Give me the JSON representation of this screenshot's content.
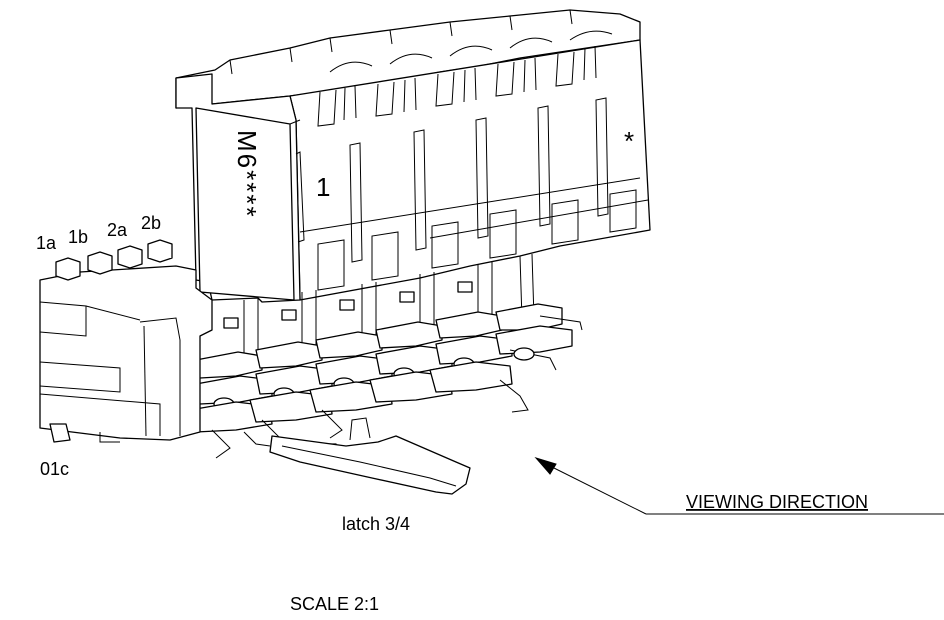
{
  "labels": {
    "pin_1a": "1a",
    "pin_1b": "1b",
    "pin_2a": "2a",
    "pin_2b": "2b",
    "pin_01c": "01c",
    "latch": "latch 3/4",
    "viewing_direction": "VIEWING DIRECTION",
    "scale": "SCALE 2:1",
    "face_marking": "M6****",
    "cell_marking_1": "1",
    "cell_marking_star": "*"
  }
}
